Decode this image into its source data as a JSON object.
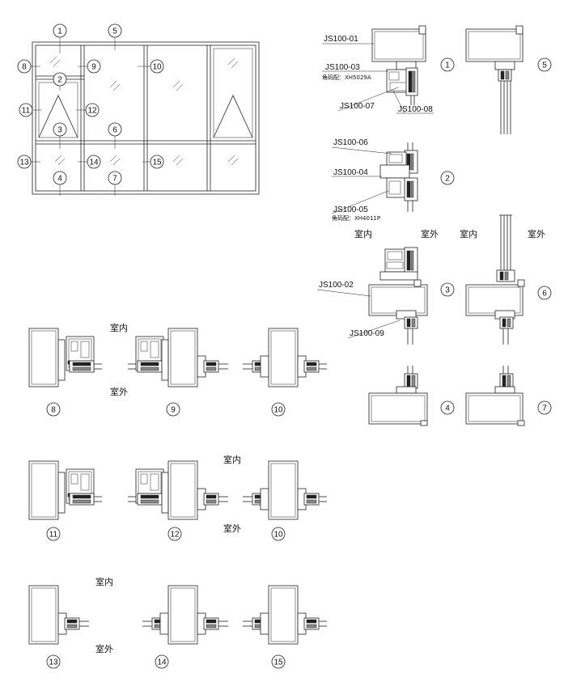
{
  "labels": {
    "n1": "1",
    "n2": "2",
    "n3": "3",
    "n4": "4",
    "n5": "5",
    "n6": "6",
    "n7": "7",
    "n8": "8",
    "n9": "9",
    "n10": "10",
    "n11": "11",
    "n12": "12",
    "n13": "13",
    "n14": "14",
    "n15": "15"
  },
  "parts": {
    "p01": "JS100-01",
    "p03": "JS100-03",
    "p03note": "角码配：XH5029A",
    "p07": "JS100-07",
    "p08": "JS100-08",
    "p06": "JS100-06",
    "p04": "JS100-04",
    "p05": "JS100-05",
    "p05note": "角码配：XH4011P",
    "p02": "JS100-02",
    "p09": "JS100-09"
  },
  "sides": {
    "indoor": "室内",
    "outdoor": "室外"
  }
}
